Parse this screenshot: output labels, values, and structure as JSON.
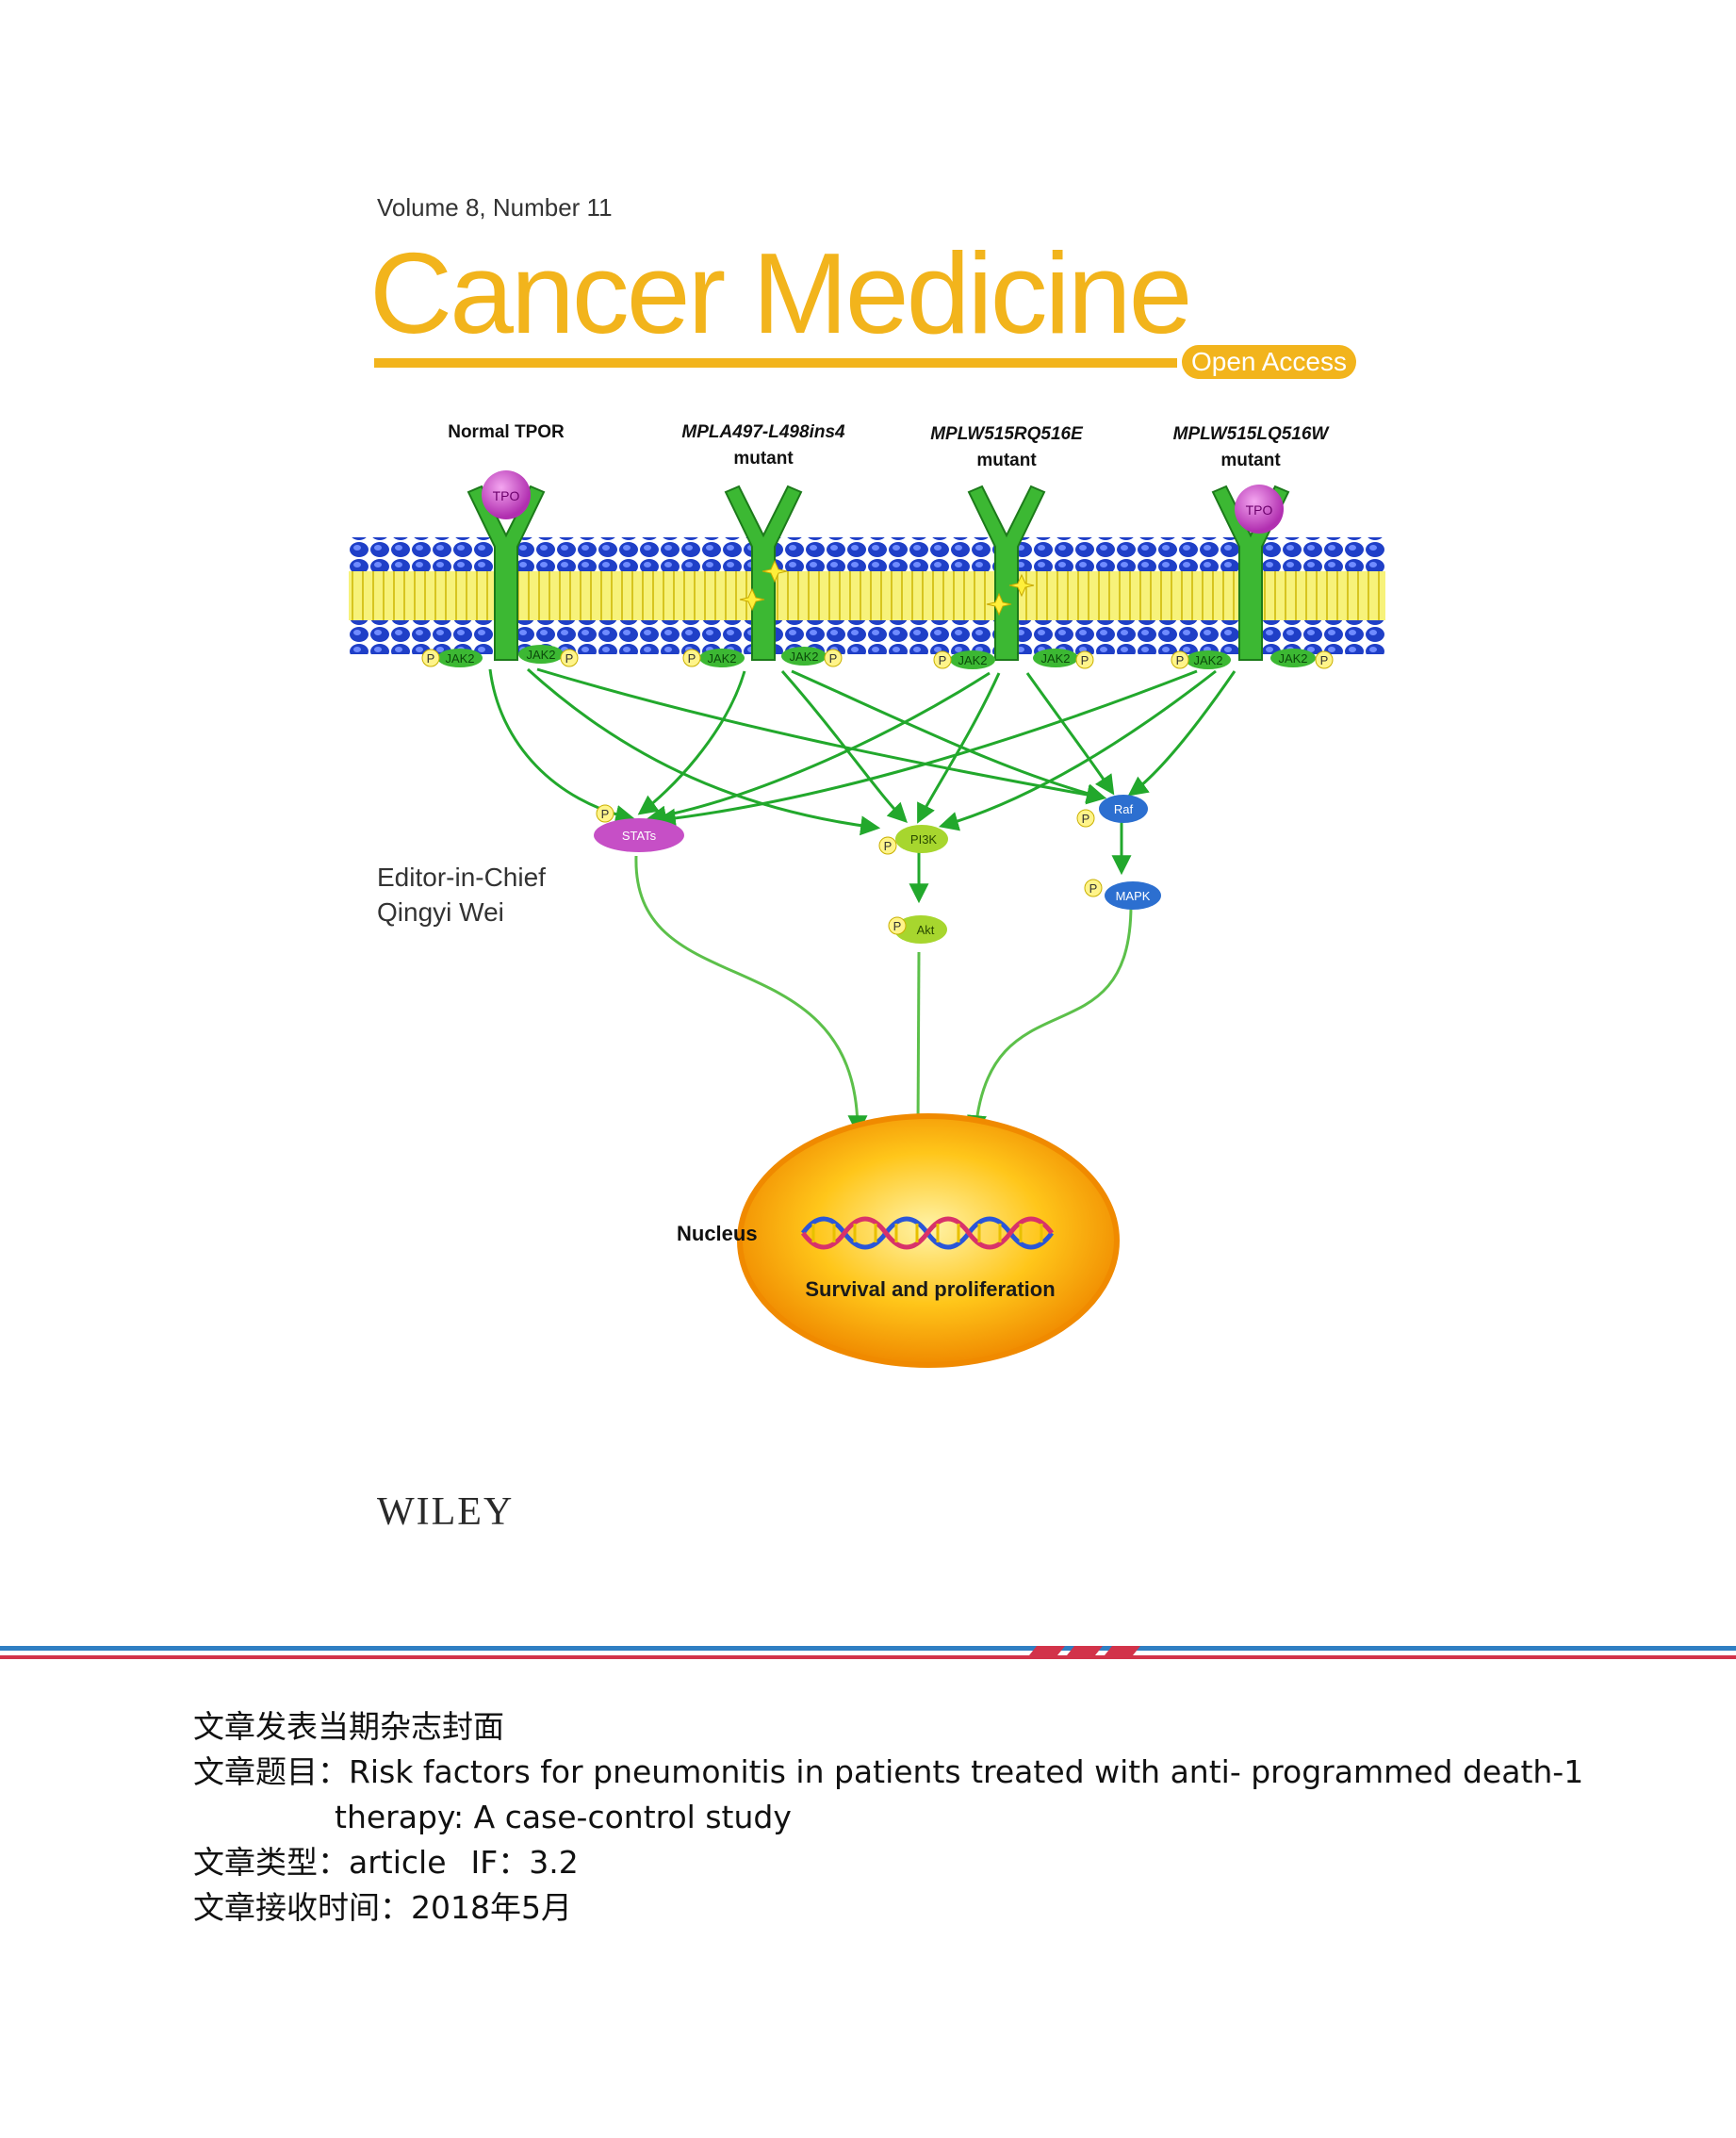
{
  "cover": {
    "volume": "Volume 8, Number 11",
    "journal_title": "Cancer Medicine",
    "open_access": "Open Access",
    "editor_label": "Editor-in-Chief",
    "editor_name": "Qingyi Wei",
    "publisher": "WILEY",
    "brand_color": "#f2b41c"
  },
  "figure": {
    "receptors": [
      {
        "label": "Normal TPOR",
        "sub": ""
      },
      {
        "label": "MPLA497-L498ins4",
        "sub": "mutant"
      },
      {
        "label": "MPLW515RQ516E",
        "sub": "mutant"
      },
      {
        "label": "MPLW515LQ516W",
        "sub": "mutant"
      }
    ],
    "ligand": "TPO",
    "jak": "JAK2",
    "phospho": "P",
    "nodes": {
      "stats": "STATs",
      "pi3k": "PI3K",
      "akt": "Akt",
      "raf": "Raf",
      "mapk": "MAPK"
    },
    "nucleus_label": "Nucleus",
    "outcome": "Survival and proliferation"
  },
  "info": {
    "heading": "文章发表当期杂志封面",
    "title_label": "文章题目：",
    "title_line1": "Risk factors for pneumonitis in patients treated with  anti- programmed death-1",
    "title_line2": "therapy: A case-control study",
    "type_label": "文章类型：",
    "type_value": "article",
    "if_label": "IF：",
    "if_value": "3.2",
    "received_label": "文章接收时间：",
    "received_value": "2018年5月"
  }
}
